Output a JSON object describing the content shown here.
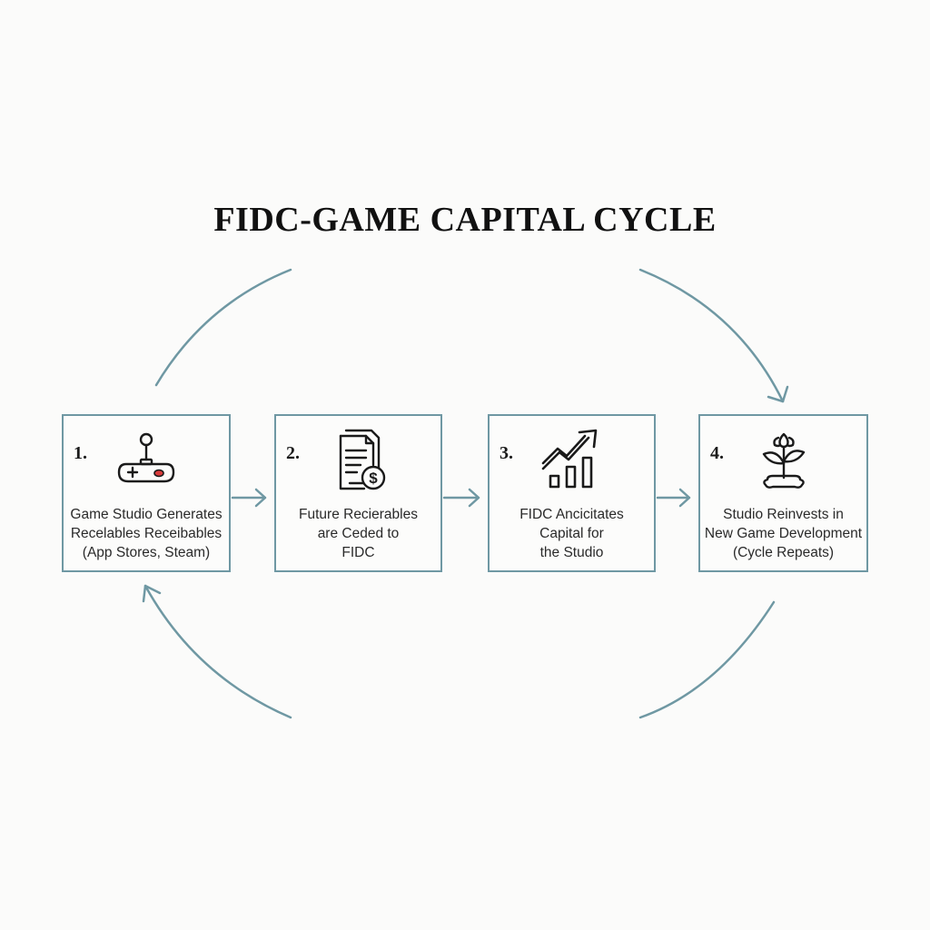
{
  "title": "FIDC-GAME CAPITAL CYCLE",
  "colors": {
    "accent": "#6f98a3",
    "text": "#2a2a2a",
    "icon_stroke": "#1a1a1a",
    "icon_accent": "#d83a3a"
  },
  "steps": [
    {
      "number": "1.",
      "icon": "game-controller-icon",
      "lines": [
        "Game Studio Generates",
        "Recelables Receibables",
        "(App Stores, Steam)"
      ]
    },
    {
      "number": "2.",
      "icon": "document-dollar-icon",
      "lines": [
        "Future Recierables",
        "are Ceded to",
        "FIDC"
      ]
    },
    {
      "number": "3.",
      "icon": "growth-chart-icon",
      "lines": [
        "FIDC Ancicitates",
        "Capital for",
        "the Studio"
      ]
    },
    {
      "number": "4.",
      "icon": "growing-plant-icon",
      "lines": [
        "Studio Reinvests in",
        "New Game Development",
        "(Cycle Repeats)"
      ]
    }
  ]
}
